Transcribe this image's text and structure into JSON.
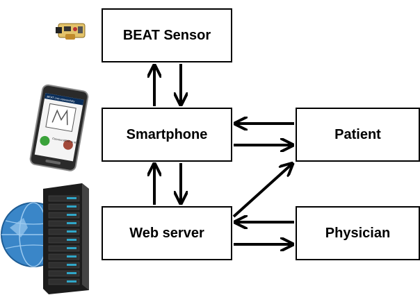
{
  "nodes": {
    "sensor": "BEAT Sensor",
    "smartphone": "Smartphone",
    "web_server": "Web server",
    "patient": "Patient",
    "physician": "Physician"
  },
  "phone_screen": {
    "title": "BEAT Live connectivity",
    "caption": "Connect BEAT to start"
  },
  "icons": [
    "beat-sensor-device-icon",
    "smartphone-device-icon",
    "globe-icon",
    "server-rack-icon"
  ],
  "colors": {
    "line": "#000000",
    "globe": "#3a86c8",
    "server": "#1c1c1c",
    "server_led": "#30a6c8"
  }
}
